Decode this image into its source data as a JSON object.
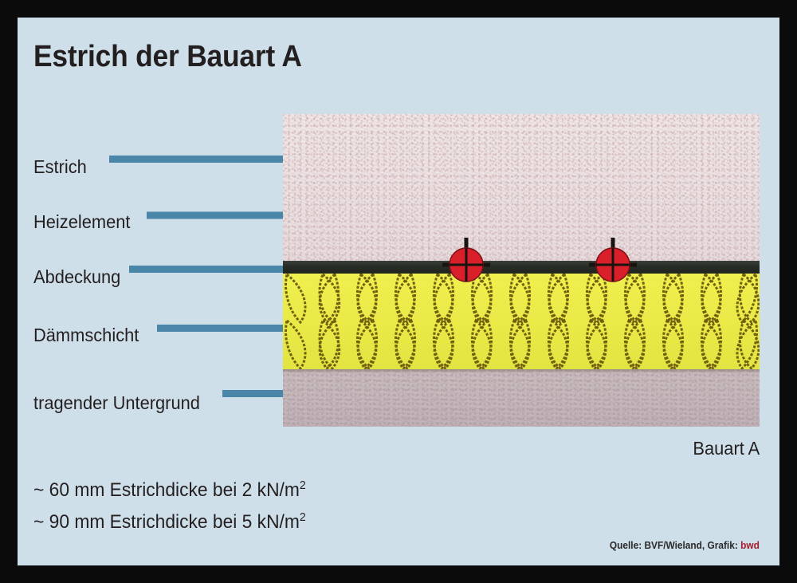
{
  "title": "Estrich der Bauart A",
  "labels": [
    {
      "text": "Estrich"
    },
    {
      "text": "Heizelement"
    },
    {
      "text": "Abdeckung"
    },
    {
      "text": "Dämmschicht"
    },
    {
      "text": "tragender Untergrund"
    }
  ],
  "illustration": {
    "caption": "Bauart A",
    "layers": [
      {
        "name": "Estrich",
        "color": "#ece1e2"
      },
      {
        "name": "Abdeckung",
        "color": "#272d26"
      },
      {
        "name": "Dämmschicht",
        "color": "#e9ea47"
      },
      {
        "name": "tragender Untergrund",
        "color": "#c5b7bb"
      }
    ],
    "heating_elements": {
      "count": 2,
      "color": "#d81f2a"
    }
  },
  "notes": [
    {
      "prefix": "~ 60 mm Estrichdicke bei 2 kN/m",
      "sup": "2"
    },
    {
      "prefix": "~ 90 mm Estrichdicke bei 5 kN/m",
      "sup": "2"
    }
  ],
  "source": {
    "text": "Quelle: BVF/Wieland, Grafik: ",
    "credit": "bwd"
  },
  "colors": {
    "background": "#cfdfe9",
    "border": "#0b0b0b",
    "leader": "#4a86a8",
    "text": "#231f20",
    "credit": "#a51c2c"
  }
}
